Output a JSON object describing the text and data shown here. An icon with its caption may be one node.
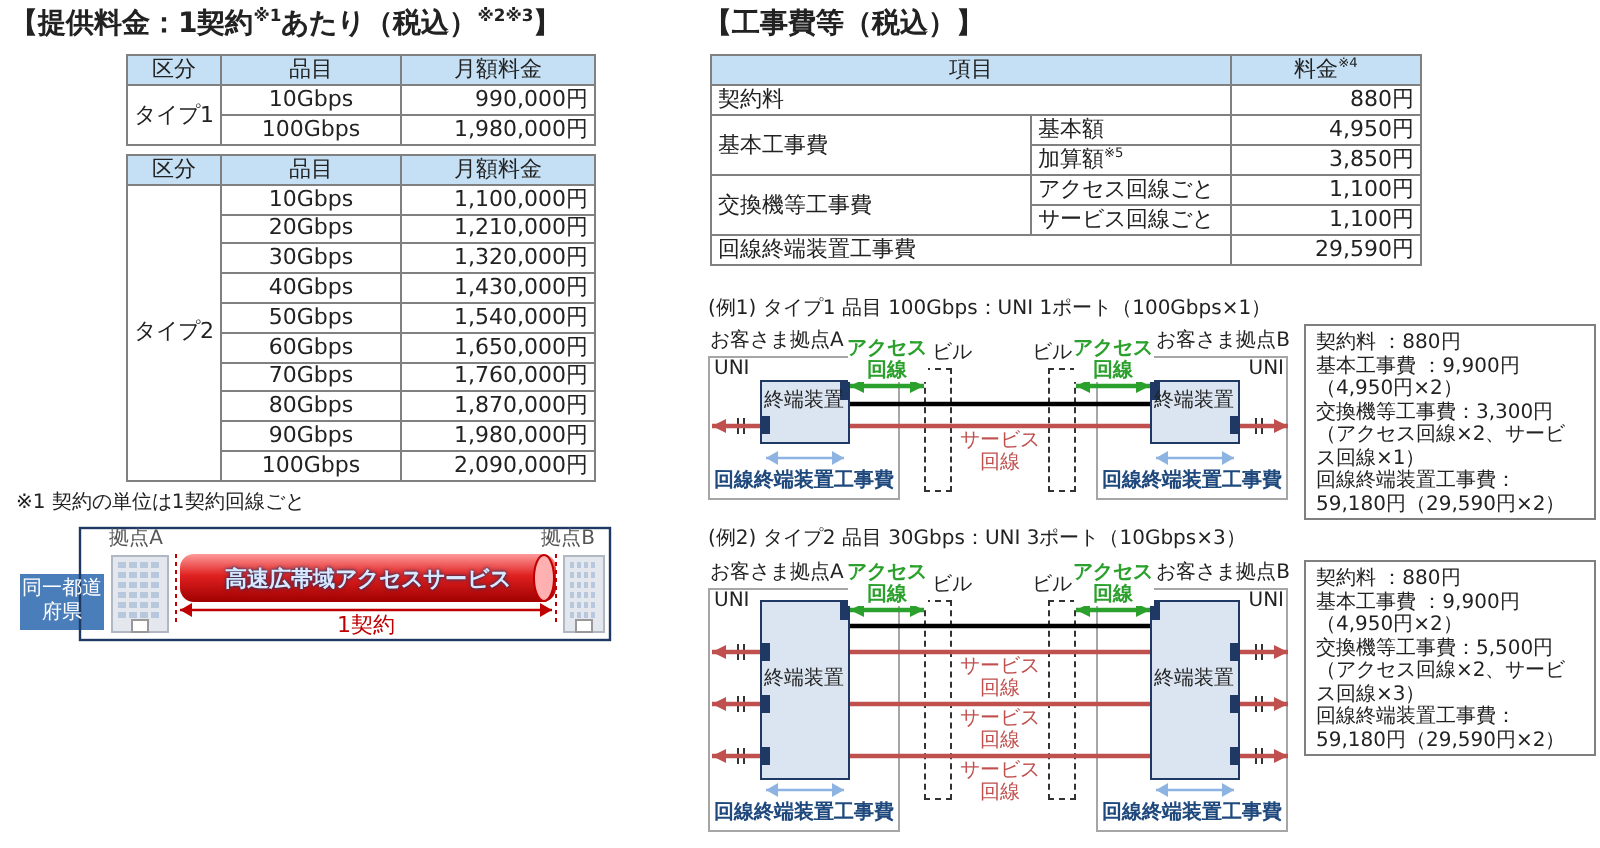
{
  "diagram": {
    "nodes": [
      {
        "text": [
          "同一都道府県"
        ]
      },
      {
        "text": [
          "高速広帯域アクセスサービス"
        ]
      },
      {
        "text": [
          "お客さま拠点A",
          "UNI",
          "回線終端装置工事費"
        ]
      },
      {
        "text": [
          "終端装置"
        ],
        "in": 2
      },
      {
        "text": [
          "ビル"
        ]
      },
      {
        "text": [
          "ビル"
        ]
      },
      {
        "text": [
          "お客さま拠点B",
          "UNI",
          "回線終端装置工事費"
        ]
      },
      {
        "text": [
          "終端装置"
        ],
        "in": 6
      },
      {
        "text": [
          "契約料 ：880円",
          "基本工事費 ：9,900円（4,950円×2）",
          "交換機等工事費：3,300円（アクセス回線×2、サービス回線×1）",
          "回線終端装置工事費：59,180円（29,590円×2）"
        ]
      },
      {
        "text": [
          "お客さま拠点A",
          "UNI",
          "回線終端装置工事費"
        ]
      },
      {
        "text": [
          "終端装置"
        ],
        "in": 9
      },
      {
        "text": [
          "ビル"
        ]
      },
      {
        "text": [
          "ビル"
        ]
      },
      {
        "text": [
          "お客さま拠点B",
          "UNI",
          "回線終端装置工事費"
        ]
      },
      {
        "text": [
          "終端装置"
        ],
        "in": 13
      },
      {
        "text": [
          "契約料 ：880円",
          "基本工事費 ：9,900円（4,950円×2）",
          "交換機等工事費：5,500円（アクセス回線×2、サービス回線×3）",
          "回線終端装置工事費：59,180円（29,590円×2）"
        ]
      }
    ],
    "edges": [
      {
        "from": 3,
        "to": 4,
        "arrow": "both",
        "label": "アクセス回線",
        "color": "#2ca02c"
      },
      {
        "from": 5,
        "to": 7,
        "arrow": "both",
        "label": "アクセス回線",
        "color": "#2ca02c"
      },
      {
        "from": 3,
        "to": 7,
        "arrow": "none",
        "color": "#000000"
      },
      {
        "from": 10,
        "to": 11,
        "arrow": "both",
        "label": "アクセス回線",
        "color": "#2ca02c"
      },
      {
        "from": 12,
        "to": 14,
        "arrow": "both",
        "label": "アクセス回線",
        "color": "#2ca02c"
      },
      {
        "from": 10,
        "to": 14,
        "arrow": "none",
        "color": "#000000"
      },
      {
        "from": 3,
        "to": 7,
        "arrow": "none",
        "label": "サービス回線",
        "color": "#c0504d"
      },
      {
        "from": 3,
        "to": null,
        "arrow": "to",
        "color": "#c0504d"
      },
      {
        "from": 7,
        "to": null,
        "arrow": "to",
        "color": "#c0504d"
      },
      {
        "from": 10,
        "to": 14,
        "arrow": "none",
        "label": "サービス回線",
        "color": "#c0504d"
      },
      {
        "from": 10,
        "to": null,
        "arrow": "to",
        "color": "#c0504d"
      },
      {
        "from": 14,
        "to": null,
        "arrow": "to",
        "color": "#c0504d"
      },
      {
        "from": 10,
        "to": 14,
        "arrow": "none",
        "label": "サービス回線",
        "color": "#c0504d"
      },
      {
        "from": 10,
        "to": null,
        "arrow": "to",
        "color": "#c0504d"
      },
      {
        "from": 14,
        "to": null,
        "arrow": "to",
        "color": "#c0504d"
      },
      {
        "from": 10,
        "to": 14,
        "arrow": "none",
        "label": "サービス回線",
        "color": "#c0504d"
      },
      {
        "from": 10,
        "to": null,
        "arrow": "to",
        "color": "#c0504d"
      },
      {
        "from": 14,
        "to": null,
        "arrow": "to",
        "color": "#c0504d"
      }
    ],
    "labels": [
      "【提供料金：1契約$^{※1}$あたり（税込）$^{※2※3}$】",
      "区分",
      "品目",
      "月額料金",
      "タイプ1",
      "10Gbps",
      "990,000円",
      "100Gbps",
      "1,980,000円",
      "区分",
      "品目",
      "月額料金",
      "タイプ2",
      "10Gbps",
      "1,100,000円",
      "20Gbps",
      "1,210,000円",
      "30Gbps",
      "1,320,000円",
      "40Gbps",
      "1,430,000円",
      "50Gbps",
      "1,540,000円",
      "60Gbps",
      "1,650,000円",
      "70Gbps",
      "1,760,000円",
      "80Gbps",
      "1,870,000円",
      "90Gbps",
      "1,980,000円",
      "100Gbps",
      "2,090,000円",
      "※1 契約の単位は1契約回線ごと",
      "拠点A",
      "拠点B",
      "1契約",
      "【工事費等（税込）】",
      "項目",
      "料金$^{※4}$",
      "契約料",
      "880円",
      "基本工事費",
      "基本額",
      "4,950円",
      "加算額$^{※5}$",
      "3,850円",
      "交換機等工事費",
      "アクセス回線ごと",
      "1,100円",
      "サービス回線ごと",
      "1,100円",
      "回線終端装置工事費",
      "29,590円",
      "(例1) タイプ1 品目 100Gbps：UNI 1ポート（100Gbps×1）",
      "(例2) タイプ2 品目 30Gbps：UNI 3ポート（10Gbps×3）"
    ]
  }
}
